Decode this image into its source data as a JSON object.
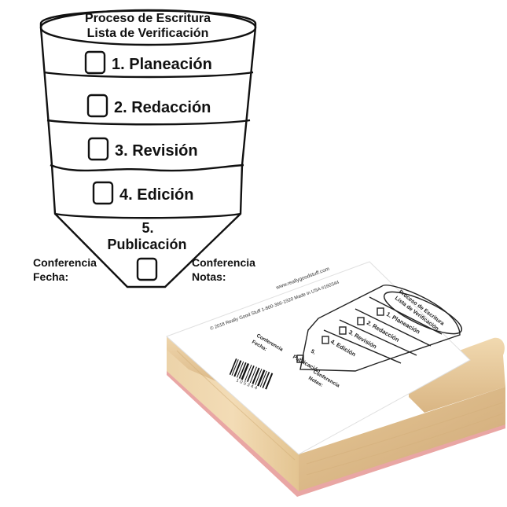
{
  "funnel": {
    "title_line1": "Proceso de Escritura",
    "title_line2": "Lista de Verificación",
    "steps": [
      {
        "label": "1. Planeación"
      },
      {
        "label": "2. Redacción"
      },
      {
        "label": "3. Revisión"
      },
      {
        "label": "4. Edición"
      }
    ],
    "last_step_line1": "5.",
    "last_step_line2": "Publicación",
    "left_label_line1": "Conferencia",
    "left_label_line2": "Fecha:",
    "right_label_line1": "Conferencia",
    "right_label_line2": "Notas:"
  },
  "stamp": {
    "website": "www.reallygoodstuff.com",
    "copyright": "© 2018 Really Good Stuff  1-800-366-1920  Made in USA  #160344",
    "barcode_digits": "1 0 5 3 4 4",
    "colors": {
      "wood_light": "#f0d9b4",
      "wood_mid": "#e2c393",
      "wood_dark": "#cfa877",
      "rubber": "#e9a6a4"
    }
  }
}
